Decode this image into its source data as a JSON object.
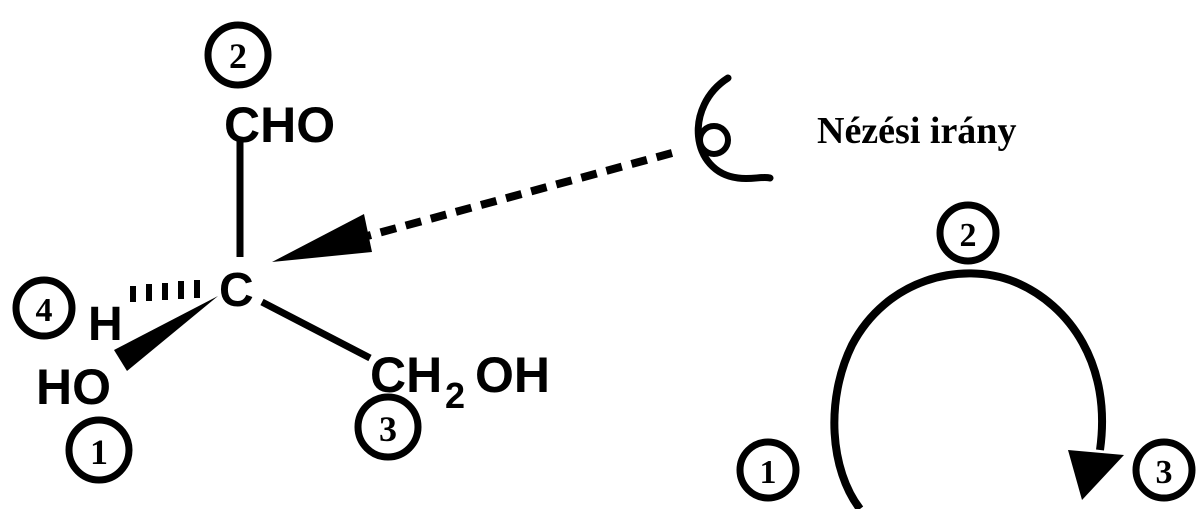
{
  "molecule": {
    "center": "C",
    "top_group": "CHO",
    "left_group": "H",
    "lower_left_group": "HO",
    "right_group_prefix": "CH",
    "right_group_subscript": "2",
    "right_group_suffix": "OH"
  },
  "priorities": {
    "cho": "2",
    "h": "4",
    "ho": "1",
    "ch2oh": "3"
  },
  "viewing": {
    "label": "Nézési irány"
  },
  "rotation": {
    "top": "2",
    "left": "1",
    "right": "3"
  },
  "colors": {
    "ink": "#000000",
    "background": "#ffffff"
  }
}
